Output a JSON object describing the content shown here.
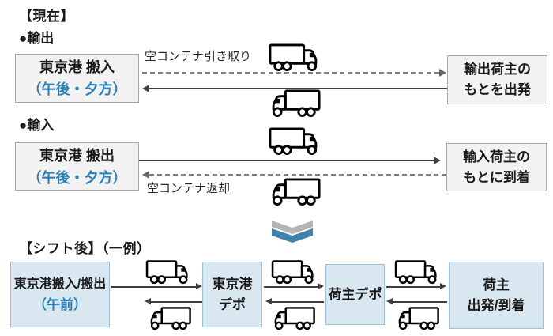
{
  "current": {
    "title": "【現在】",
    "export": {
      "bullet_label": "●輸出",
      "port_box": {
        "line1": "東京港 搬入",
        "line2": "（午後・夕方）"
      },
      "flow_label": "空コンテナ引き取り",
      "shipper_box": {
        "line1": "輸出荷主の",
        "line2": "もとを出発"
      }
    },
    "import": {
      "bullet_label": "●輸入",
      "port_box": {
        "line1": "東京港 搬出",
        "line2": "（午後・夕方）"
      },
      "flow_label": "空コンテナ返却",
      "shipper_box": {
        "line1": "輸入荷主の",
        "line2": "もとに到着"
      }
    }
  },
  "after_shift": {
    "title": "【シフト後】（一例）",
    "boxes": [
      {
        "line1": "東京港搬入/搬出",
        "line2": "（午前）"
      },
      {
        "line1": "東京港",
        "line2": "デポ"
      },
      {
        "line1": "荷主デポ",
        "line2": ""
      },
      {
        "line1": "荷主",
        "line2": "出発/到着"
      }
    ]
  },
  "icons": {
    "truck_right": "truck-right-icon",
    "truck_left": "truck-left-icon",
    "chevron_down": "chevron-down-icon"
  },
  "colors": {
    "accent_blue_text": "#2a80b5",
    "gray_box_fill": "#f2f2f2",
    "gray_box_border": "#a6a6a6",
    "blue_box_fill": "#d9e7f1",
    "blue_box_border": "#9cc2d8",
    "chevron_gray": "#b5b5b5",
    "chevron_blue": "#4182ab",
    "solid_arrow": "#3f3f3f",
    "dashed_arrow": "#7f7f7f"
  }
}
